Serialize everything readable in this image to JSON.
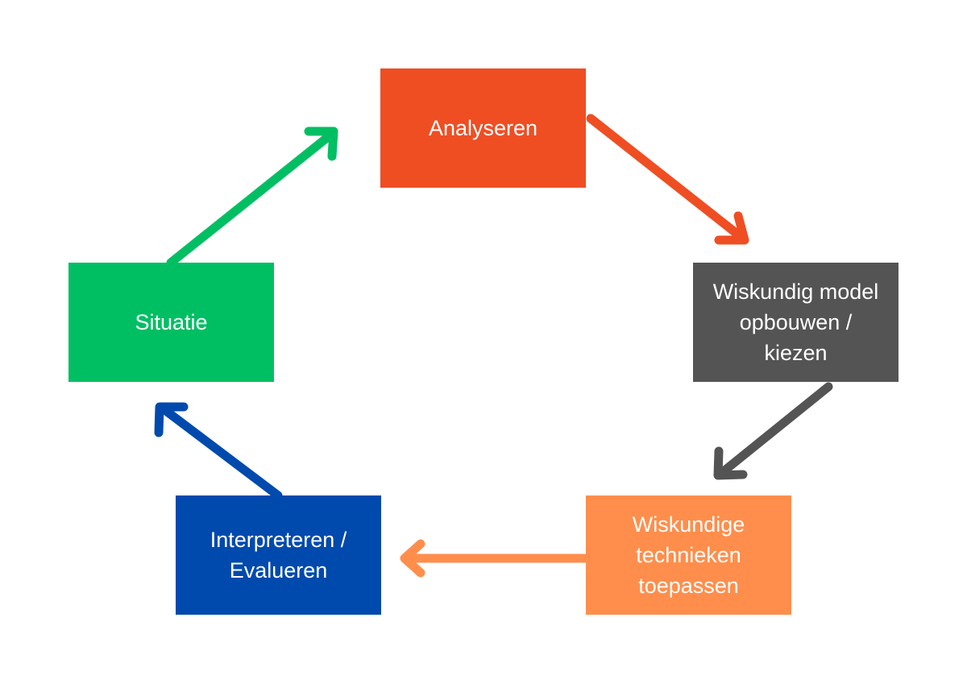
{
  "diagram": {
    "steps": [
      {
        "id": "analyseren",
        "label": "Analyseren",
        "color": "#EF4E23"
      },
      {
        "id": "model",
        "label": "Wiskundig model\nopbouwen /\nkiezen",
        "color": "#545454"
      },
      {
        "id": "technieken",
        "label": "Wiskundige\ntechnieken\ntoepassen",
        "color": "#FF8E4C"
      },
      {
        "id": "interpret",
        "label": "Interpreteren /\nEvalueren",
        "color": "#004AAD"
      },
      {
        "id": "situatie",
        "label": "Situatie",
        "color": "#00BF63"
      }
    ],
    "arrows": [
      {
        "from": "situatie",
        "to": "analyseren",
        "color": "#00BF63"
      },
      {
        "from": "analyseren",
        "to": "model",
        "color": "#EF4E23"
      },
      {
        "from": "model",
        "to": "technieken",
        "color": "#545454"
      },
      {
        "from": "technieken",
        "to": "interpret",
        "color": "#FF8E4C"
      },
      {
        "from": "interpret",
        "to": "situatie",
        "color": "#004AAD"
      }
    ]
  }
}
